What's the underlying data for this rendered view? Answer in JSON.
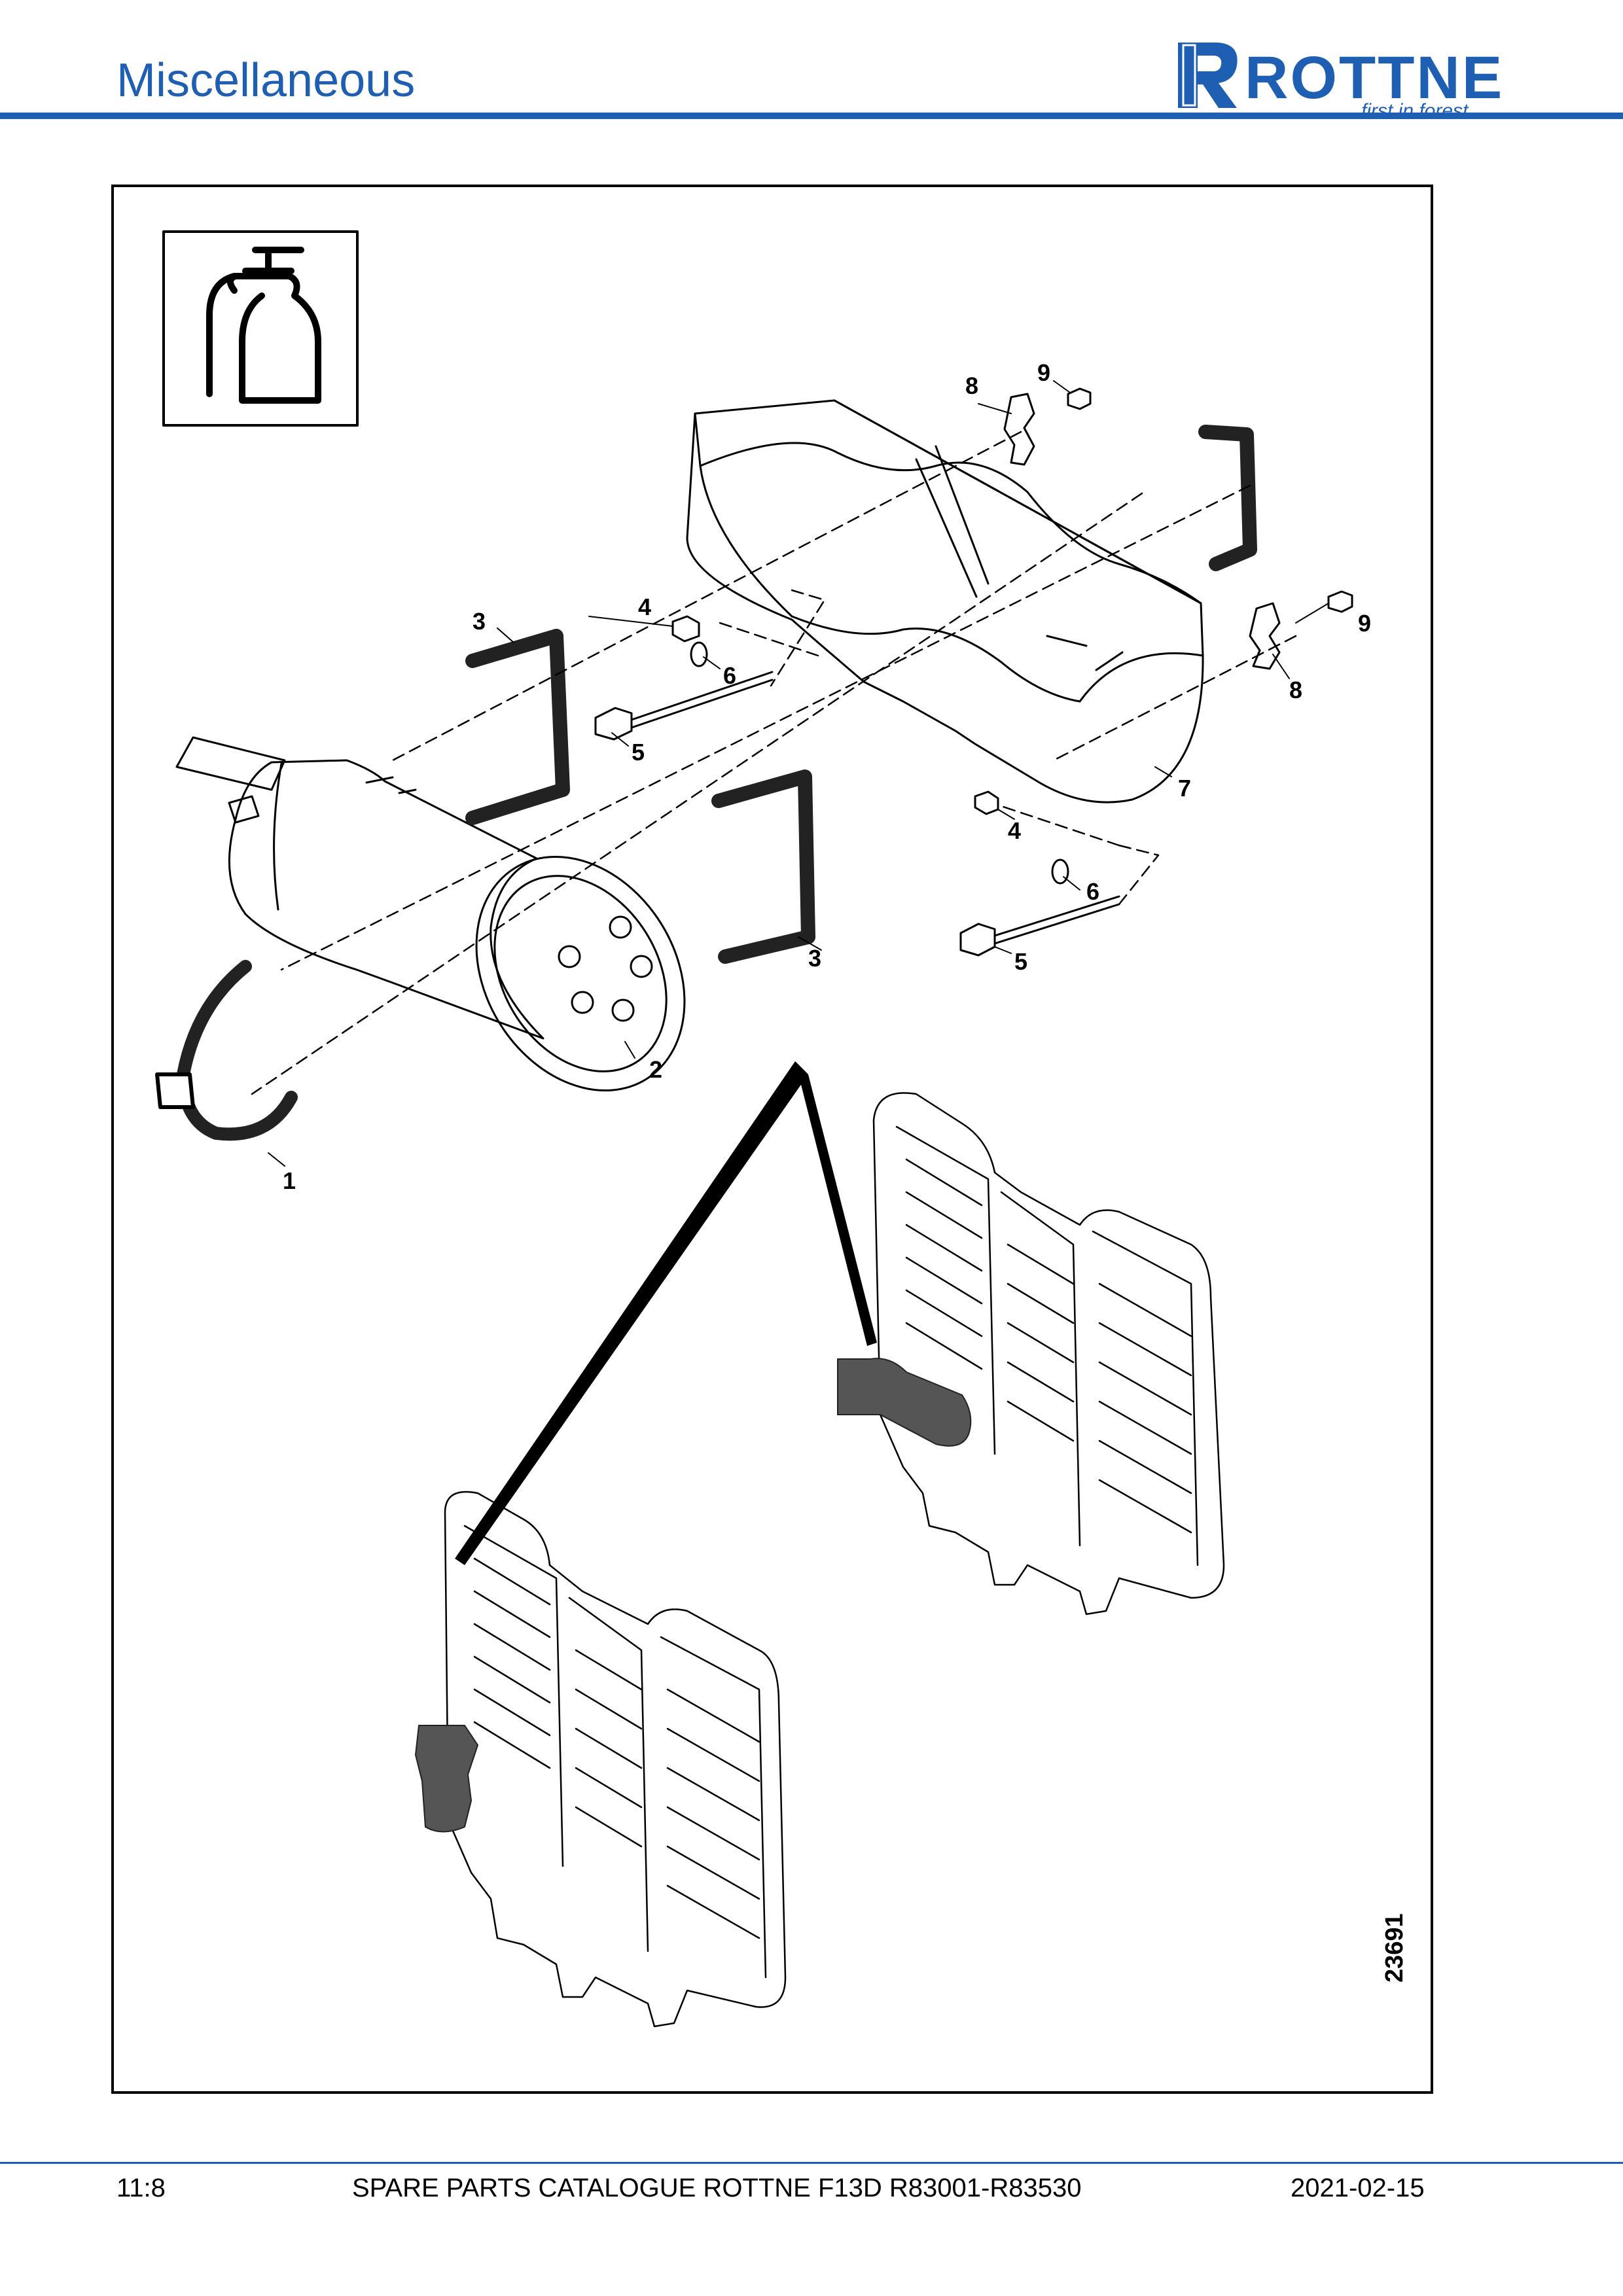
{
  "header": {
    "title": "Miscellaneous",
    "brand_name": "ROTTNE",
    "brand_tagline": "first in forest",
    "accent_color": "#1e5fb4"
  },
  "drawing": {
    "number": "23691",
    "symbol_icon": "fire-extinguisher-icon",
    "callouts": [
      "1",
      "2",
      "3",
      "3",
      "4",
      "4",
      "5",
      "5",
      "6",
      "6",
      "7",
      "8",
      "8",
      "9",
      "9"
    ]
  },
  "footer": {
    "page": "11:8",
    "catalogue": "SPARE PARTS CATALOGUE ROTTNE F13D R83001-R83530",
    "date": "2021-02-15"
  }
}
